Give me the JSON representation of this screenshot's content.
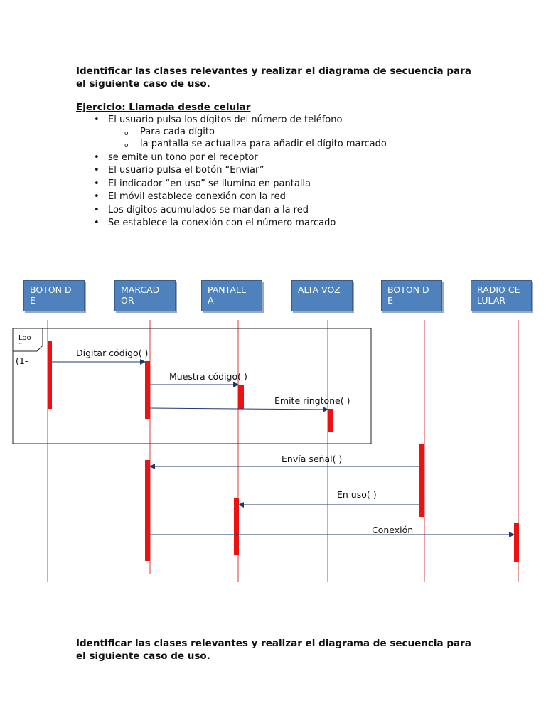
{
  "heading": "Identificar las clases relevantes y realizar el diagrama de secuencia para el siguiente caso de uso.",
  "exercise_title": "Ejercicio: Llamada desde celular",
  "bullets": [
    "El usuario pulsa los dígitos del número de teléfono",
    "Para cada dígito",
    "la pantalla se actualiza para añadir el dígito marcado",
    "se emite un tono por el receptor",
    "El usuario pulsa el botón “Enviar”",
    "El indicador “en uso” se ilumina en pantalla",
    "El móvil establece conexión con la red",
    "Los dígitos acumulados se mandan a la red",
    "Se establece la conexión con el número marcado"
  ],
  "bullet_glyph": "•",
  "sub_bullet_glyph": "o",
  "diagram": {
    "lifelines": [
      "BOTON DE",
      "MARCAD OR",
      "PANTALL A",
      "ALTA VOZ",
      "BOTON DE",
      "RADIO CELULAR"
    ],
    "loop_label": "Loo p",
    "loop_guard": "(1-",
    "messages": [
      "Digitar código( )",
      "Muestra código( )",
      "Emite ringtone( )",
      "Envía señal( )",
      "En uso( )",
      "Conexión"
    ]
  },
  "colors": {
    "box_fill": "#4f81bd",
    "lifeline": "#cc2222",
    "activation": "#ee1111",
    "arrow": "#1f3a6e"
  },
  "heading_repeat": "Identificar las clases relevantes y realizar el diagrama de secuencia para el siguiente caso de uso."
}
